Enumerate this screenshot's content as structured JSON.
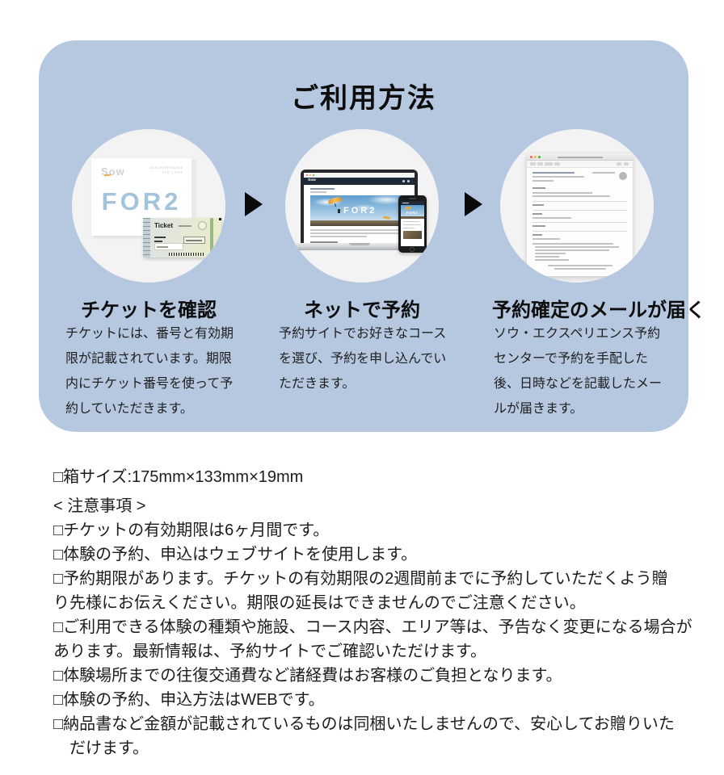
{
  "usage": {
    "title": "ご利用方法",
    "steps": [
      {
        "heading": "チケットを確認",
        "description": "チケットには、番号と有効期\n限が記載されています。期限\n内にチケット番号を使って予\n約していただきます。"
      },
      {
        "heading": "ネットで予約",
        "description": "予約サイトでお好きなコース\nを選び、予約を申し込んでい\nただきます。"
      },
      {
        "heading": "予約確定のメールが届く",
        "description": "ソウ・エクスペリエンス予約\nセンターで予約を手配した\n後、日時などを記載したメー\nルが届きます。"
      }
    ],
    "icons": {
      "step_arrow": "right-filled-triangle",
      "browser_window_controls": "mac-traffic-lights",
      "mail_window_controls": "mac-traffic-lights"
    },
    "illustrations": {
      "giftbox": {
        "logo": "Sow",
        "brand_line1": "SOW EXPERIENCE",
        "brand_line2": "FOR 2 GIFT",
        "title": "FOR2",
        "ticket_label": "Ticket"
      },
      "website": {
        "logo": "Sow",
        "hero_title": "FOR2"
      }
    },
    "colors": {
      "card_background": "#b5c8e0",
      "circle_background": "#f3f3f4",
      "for2_stencil_blue": "#a4c4dc",
      "site_header_navy": "#1f2a38",
      "ticket_stripe_green": "#9cbb84",
      "arrow_black": "#0a0a0a"
    }
  },
  "notes": {
    "box_size_line": "□箱サイズ:175mm×133mm×19mm",
    "heading": "< 注意事項 >",
    "items": [
      "□チケットの有効期限は6ヶ月間です。",
      "□体験の予約、申込はウェブサイトを使用します。",
      "□予約期限があります。チケットの有効期限の2週間前までに予約していただくよう贈\nり先様にお伝えください。期限の延長はできませんのでご注意ください。",
      "□ご利用できる体験の種類や施設、コース内容、エリア等は、予告なく変更になる場合が\nあります。最新情報は、予約サイトでご確認いただけます。",
      "□体験場所までの往復交通費など諸経費はお客様のご負担となります。",
      "□体験の予約、申込方法はWEBです。",
      "□納品書など金額が記載されているものは同梱いたしませんので、安心してお贈りいた\n　だけます。"
    ]
  }
}
